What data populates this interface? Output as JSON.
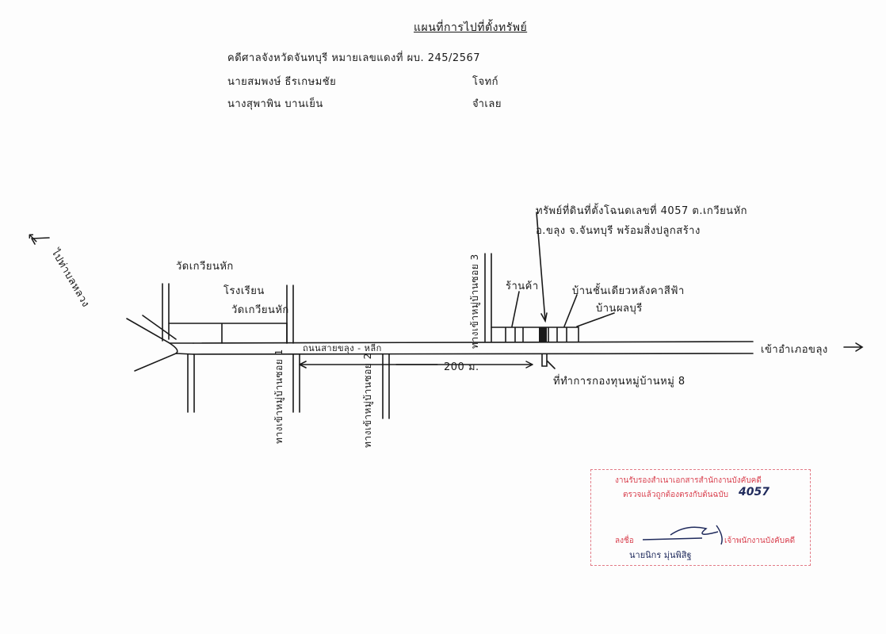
{
  "header": {
    "title": "แผนที่การไปที่ตั้งทรัพย์",
    "line1_left": "คดีศาลจังหวัดจันทบุรี หมายเลขแดงที่ ผบ. 245/2567",
    "line2_left": "นายสมพงษ์ ธีรเกษมชัย",
    "line2_right": "โจทก์",
    "line3_left": "นางสุพาพิน บานเย็น",
    "line3_right": "จำเลย"
  },
  "map": {
    "to_direction_left": "ไปท่าบลหลวง",
    "temple": "วัดเกวียนหัก",
    "school_line1": "โรงเรียน",
    "school_line2": "วัดเกวียนหัก",
    "main_road": "ถนนสายขลุง - หลีก",
    "to_direction_right": "เข้าอำเภอขลุง",
    "distance": "200 ม.",
    "soi3": "ทางเข้าหมู่บ้านซอย 3",
    "soi1": "ทางเข้าหมู่บ้านซอย 1",
    "soi2": "ทางเข้าหมู่บ้านซอย 2",
    "shop": "ร้านค้า",
    "property_line1": "ทรัพย์ที่ดินที่ตั้งโฉนดเลขที่ 4057 ต.เกวียนหัก",
    "property_line2": "อ.ขลุง จ.จันทบุรี พร้อมสิ่งปลูกสร้าง",
    "building": "บ้านชั้นเดียวหลังคาสีฟ้า",
    "neighbor": "บ้านผลบุรี",
    "village_office": "ที่ทำการกองทุนหมู่บ้านหมู่ 8"
  },
  "stamp": {
    "line1": "งานรับรองสำเนาเอกสารสำนักงานบังคับคดี",
    "line2": "ตรวจแล้วถูกต้องตรงกับต้นฉบับ",
    "number": "4057",
    "sign_label": "ลงชื่อ",
    "position": "เจ้าพนักงานบังคับคดี",
    "name": "นายนิกร มุ่นพิสิฐ"
  },
  "colors": {
    "ink": "#1a1a1a",
    "stamp_red": "#d9414f",
    "stamp_ink": "#1f2a5c"
  }
}
